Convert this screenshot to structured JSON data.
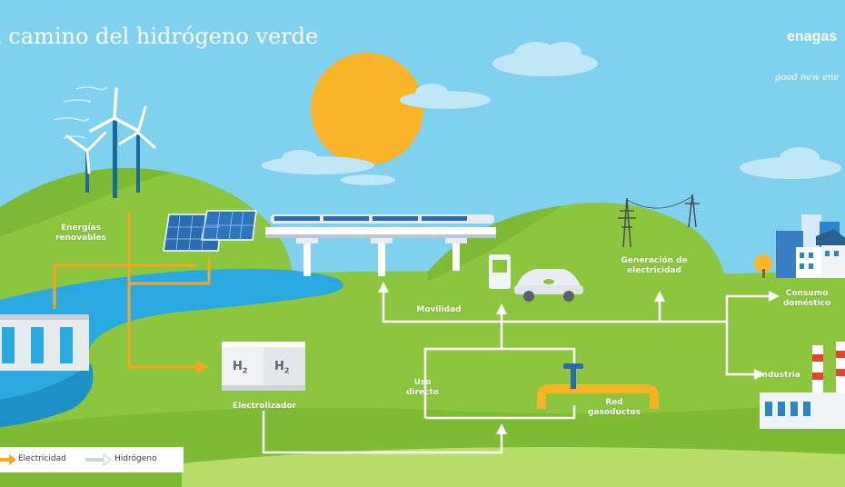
{
  "header": {
    "title": "l camino del hidrógeno verde",
    "brand": "enagas",
    "tagline": "good new ene"
  },
  "labels": {
    "renewables_1": "Energías",
    "renewables_2": "renovables",
    "mobility": "Movilidad",
    "power_gen_1": "Generación de",
    "power_gen_2": "electricidad",
    "domestic_1": "Consumo",
    "domestic_2": "doméstico",
    "industry": "Industria",
    "direct_use_1": "Uso",
    "direct_use_2": "directo",
    "network_1": "Red",
    "network_2": "gasoductos",
    "electrolyzer": "Electrolizador",
    "h2_left": "H",
    "h2_right": "H",
    "h2_sub": "2"
  },
  "legend": {
    "electricity": "Electricidad",
    "hydrogen": "Hidrógeno"
  },
  "colors": {
    "sky": "#7fd1ee",
    "grass": "#8cc63f",
    "grass_dark": "#6fae2e",
    "water": "#29a9e0",
    "sun": "#f8b52a",
    "electricity_arrow": "#f6a623",
    "hydrogen_arrow": "#ffffff"
  }
}
